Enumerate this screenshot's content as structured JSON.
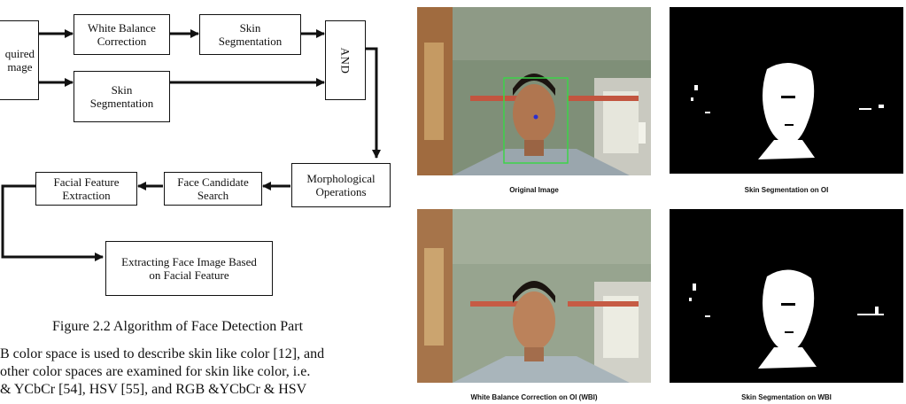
{
  "diagram": {
    "nodes": {
      "acquired_image": "quired\nmage",
      "white_balance": "White Balance\nCorrection",
      "skin_seg_top": "Skin\nSegmentation",
      "skin_seg_bottom": "Skin\nSegmentation",
      "and_gate": "AND",
      "morphological": "Morphological\nOperations",
      "face_candidate": "Face Candidate\nSearch",
      "facial_feature": "Facial Feature\nExtraction",
      "extracting_face": "Extracting Face Image Based\non Facial Feature"
    },
    "caption": "Figure 2.2 Algorithm of Face Detection Part"
  },
  "paragraph": {
    "line1": "B color space is used to describe skin like color [12], and",
    "line2": "other color spaces are examined for skin like color, i.e.",
    "line3": "& YCbCr [54], HSV [55], and RGB &YCbCr & HSV"
  },
  "figures": {
    "original": "Original Image",
    "seg_oi": "Skin Segmentation on OI",
    "wbi": "White Balance Correction on OI (WBI)",
    "seg_wbi": "Skin Segmentation on WBI"
  }
}
